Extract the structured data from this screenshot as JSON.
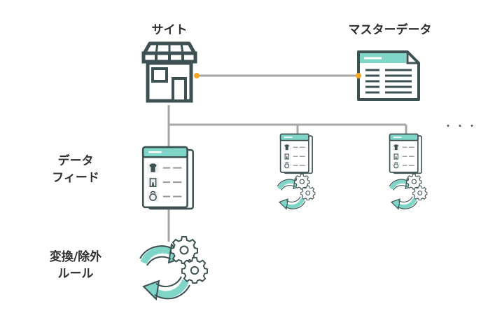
{
  "labels": {
    "site": "サイト",
    "master_data": "マスターデータ",
    "feed_line1": "データ",
    "feed_line2": "フィード",
    "rule_line1": "変換/除外",
    "rule_line2": "ルール",
    "ellipsis": "・・・"
  },
  "colors": {
    "line": "#a6a6a6",
    "dark": "#3d5153",
    "teal": "#7fd6c8",
    "teal_light": "#c6ede7",
    "accent": "#f5a623",
    "text": "#2e2e2e"
  },
  "icons": [
    "store-icon",
    "spreadsheet-icon",
    "data-feed-icon",
    "transform-gear-icon"
  ]
}
